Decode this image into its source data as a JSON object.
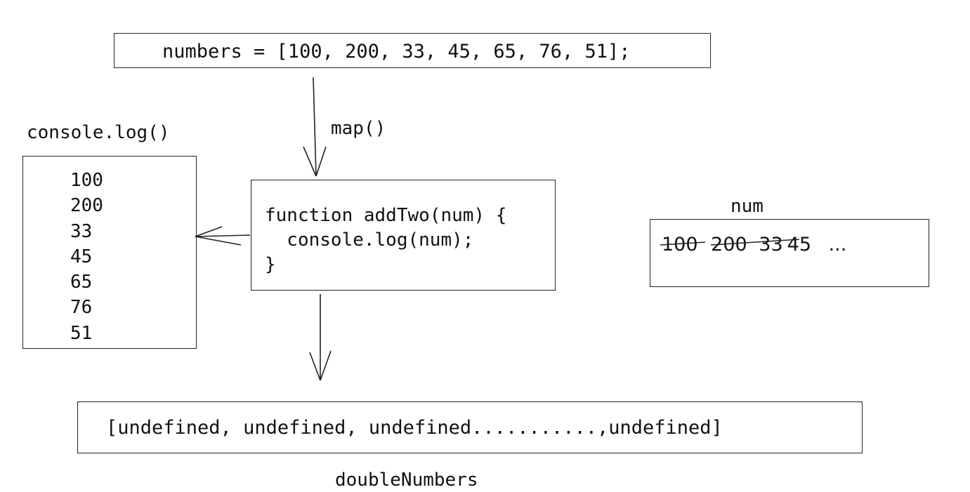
{
  "numbers_box": {
    "text": "numbers = [100, 200, 33, 45, 65, 76, 51];"
  },
  "map_label": "map()",
  "console_label": "console.log()",
  "console_output": [
    "100",
    "200",
    "33",
    "45",
    "65",
    "76",
    "51"
  ],
  "function_box": {
    "lines": [
      "function addTwo(num) {",
      "  console.log(num);",
      "}"
    ]
  },
  "num_label": "num",
  "num_box": {
    "values": [
      "100",
      "200",
      "33",
      "45"
    ],
    "ellipsis": "..."
  },
  "result_box": {
    "text": "[undefined, undefined, undefined...........,undefined]"
  },
  "result_label": "doubleNumbers"
}
